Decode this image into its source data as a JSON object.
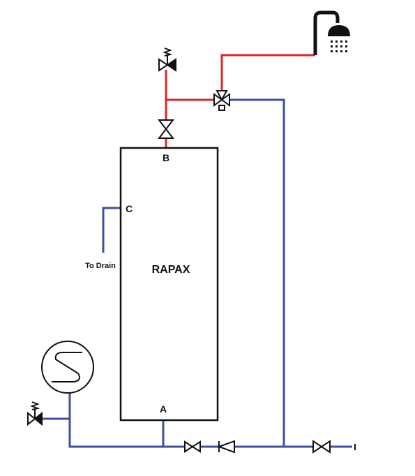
{
  "tank": {
    "name": "RAPAX"
  },
  "ports": {
    "top": "B",
    "side": "C",
    "bottom": "A"
  },
  "drain_label": "To Drain",
  "colors": {
    "hot": "#e02424",
    "cold": "#3b4fa8",
    "outline": "#111111"
  },
  "icons": [
    "shower-head-icon",
    "relief-valve-icon",
    "mixing-valve-icon",
    "gate-valve-icon",
    "check-valve-icon",
    "expansion-coil-icon"
  ]
}
